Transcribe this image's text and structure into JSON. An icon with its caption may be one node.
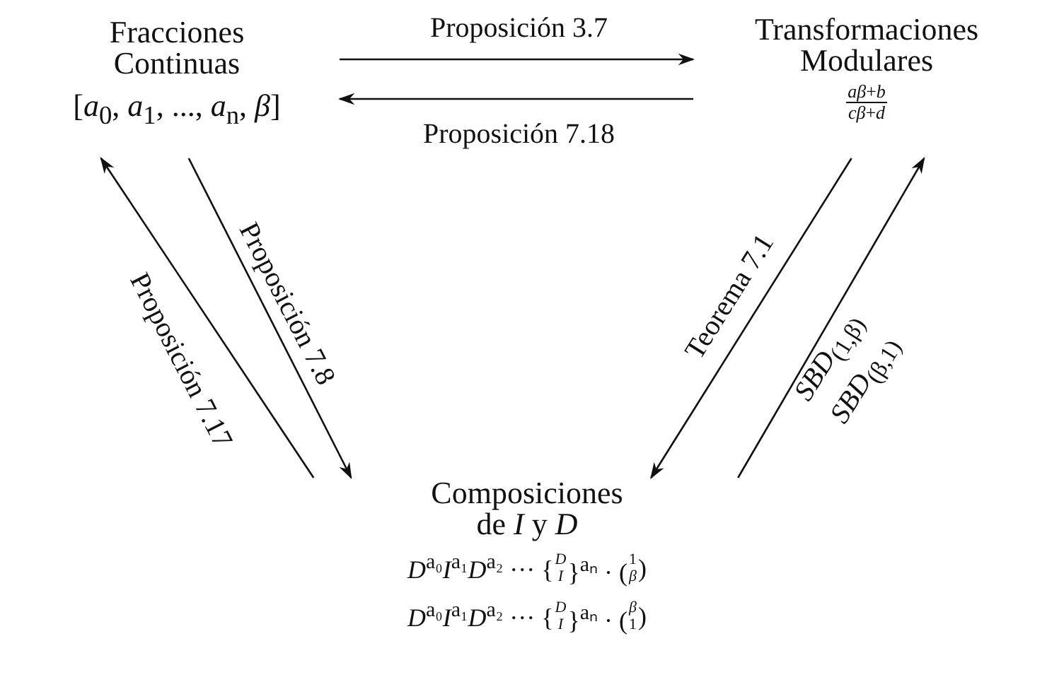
{
  "diagram": {
    "nodes": [
      {
        "text": [
          "Fracciones Continuas",
          "[*a*$_{0}$, *a*$_{1}$, ..., *a*$_{n}$, *β*]"
        ]
      },
      {
        "text": [
          "Transformaciones Modulares",
          "*aβ*+*b*",
          "*cβ*+*d*"
        ]
      },
      {
        "text": [
          "Composiciones de *I* y *D*",
          "*D*$^{a₀}$*I*$^{a₁}$*D*$^{a₂}$ ··· {",
          "*D*",
          "*I*",
          "}$^{aₙ}$ · (",
          "1",
          "*β*",
          ")",
          "*D*$^{a₀}$*I*$^{a₁}$*D*$^{a₂}$ ··· {",
          "*D*",
          "*I*",
          "}$^{aₙ}$ · (",
          "*β*",
          "1",
          ")"
        ]
      }
    ],
    "edges": [
      {
        "from": 0,
        "to": 1,
        "arrow": "to",
        "label": "Proposición 3.7"
      },
      {
        "from": 1,
        "to": 0,
        "arrow": "to",
        "label": "Proposición 7.18"
      },
      {
        "from": 0,
        "to": 2,
        "arrow": "to",
        "label": "Proposición 7.8"
      },
      {
        "from": 2,
        "to": 0,
        "arrow": "to",
        "label": "Proposición 7.17"
      },
      {
        "from": 1,
        "to": 2,
        "arrow": "to",
        "label": "Teorema 7.1"
      },
      {
        "from": 2,
        "to": 1,
        "arrow": "to",
        "label": "*SBD*$_{(1,β)}$ *SBD*$_{(β,1)}$"
      }
    ]
  }
}
